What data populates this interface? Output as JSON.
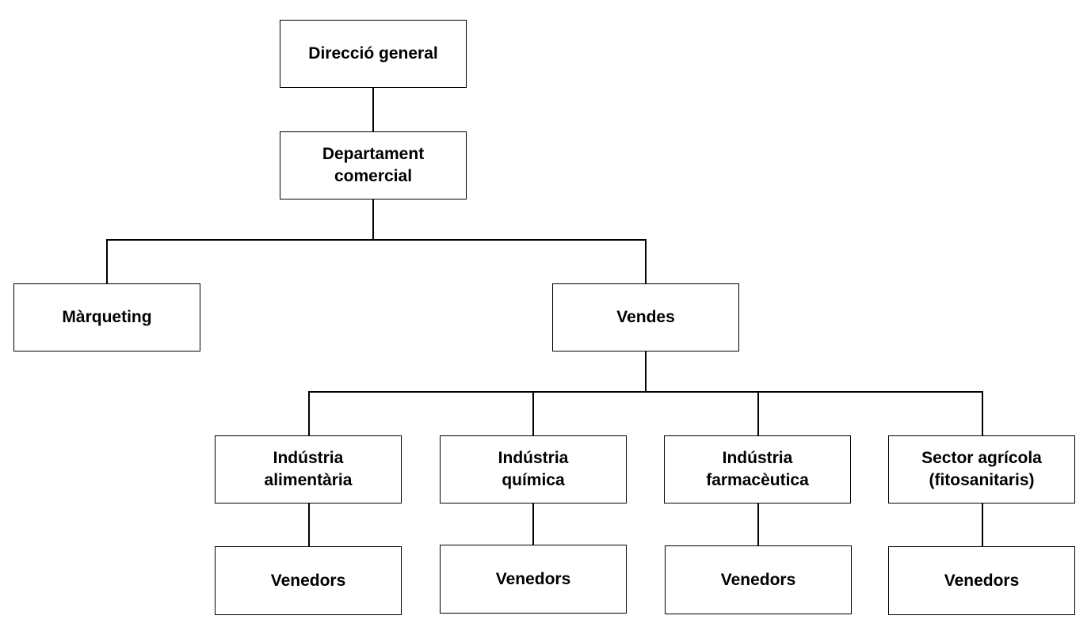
{
  "diagram": {
    "type": "org-chart",
    "nodes": {
      "direccio": {
        "label": "Direcció general"
      },
      "departament": {
        "line1": "Departament",
        "line2": "comercial"
      },
      "marqueting": {
        "label": "Màrqueting"
      },
      "vendes": {
        "label": "Vendes"
      },
      "alimentaria": {
        "line1": "Indústria",
        "line2": "alimentària"
      },
      "quimica": {
        "line1": "Indústria",
        "line2": "química"
      },
      "farmaceutica": {
        "line1": "Indústria",
        "line2": "farmacèutica"
      },
      "agricola": {
        "line1": "Sector agrícola",
        "line2": "(fitosanitaris)"
      },
      "venedors_alimentaria": {
        "label": "Venedors"
      },
      "venedors_quimica": {
        "label": "Venedors"
      },
      "venedors_farmaceutica": {
        "label": "Venedors"
      },
      "venedors_agricola": {
        "label": "Venedors"
      }
    },
    "edges": [
      [
        "direccio",
        "departament"
      ],
      [
        "departament",
        "marqueting"
      ],
      [
        "departament",
        "vendes"
      ],
      [
        "vendes",
        "alimentaria"
      ],
      [
        "vendes",
        "quimica"
      ],
      [
        "vendes",
        "farmaceutica"
      ],
      [
        "vendes",
        "agricola"
      ],
      [
        "alimentaria",
        "venedors_alimentaria"
      ],
      [
        "quimica",
        "venedors_quimica"
      ],
      [
        "farmaceutica",
        "venedors_farmaceutica"
      ],
      [
        "agricola",
        "venedors_agricola"
      ]
    ]
  },
  "colors": {
    "line": "#000000",
    "box_fill": "#ffffff",
    "text": "#000000"
  }
}
